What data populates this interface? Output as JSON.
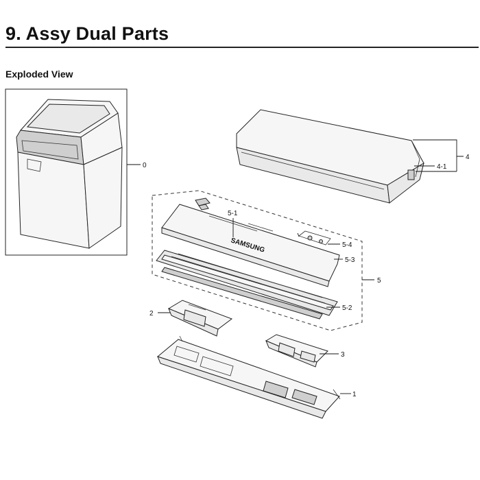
{
  "header": {
    "title": "9.  Assy Dual Parts",
    "subtitle": "Exploded View"
  },
  "callouts": {
    "c0": "0",
    "c1": "1",
    "c2": "2",
    "c3": "3",
    "c4": "4",
    "c4_1": "4-1",
    "c5": "5",
    "c5_1": "5-1",
    "c5_2": "5-2",
    "c5_3": "5-3",
    "c5_4": "5-4"
  },
  "panel_logo": "SAMSUNG"
}
